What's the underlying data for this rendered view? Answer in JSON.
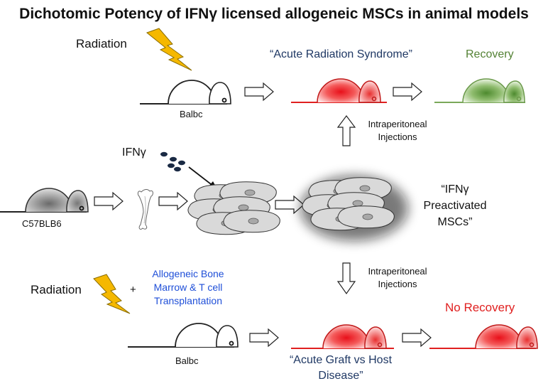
{
  "title": "Dichotomic Potency of IFNγ licensed allogeneic MSCs in animal models",
  "top": {
    "radiation_label": "Radiation",
    "mouse_label": "Balbc",
    "syndrome_label": "“Acute Radiation Syndrome”",
    "recovery_label": "Recovery",
    "injection_line1": "Intraperitoneal",
    "injection_line2": "Injections"
  },
  "middle": {
    "ifn_label": "IFNγ",
    "donor_label": "C57BLB6",
    "msc_line1": "“IFNγ",
    "msc_line2": "Preactivated",
    "msc_line3": "MSCs”"
  },
  "bottom": {
    "injection_line1": "Intraperitoneal",
    "injection_line2": "Injections",
    "radiation_label": "Radiation",
    "plus_label": "+",
    "transplant_line1": "Allogeneic Bone",
    "transplant_line2": "Marrow & T cell",
    "transplant_line3": "Transplantation",
    "mouse_label": "Balbc",
    "gvhd_line1": "“Acute Graft vs Host",
    "gvhd_line2": "Disease”",
    "no_recovery_label": "No Recovery"
  },
  "colors": {
    "red": "#e02020",
    "green": "#548235",
    "navy": "#1f3864",
    "blue": "#1f4fd8",
    "lightning": "#f5b800"
  }
}
